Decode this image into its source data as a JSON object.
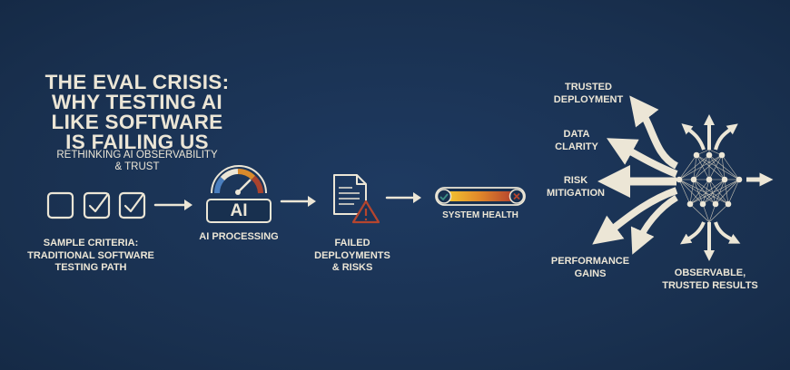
{
  "title": {
    "lines": [
      "THE EVAL CRISIS:",
      "WHY TESTING AI",
      "LIKE SOFTWARE",
      "IS FAILING US"
    ],
    "subtitle": [
      "RETHINKING AI OBSERVABILITY",
      "& TRUST"
    ]
  },
  "steps": {
    "criteria": {
      "lines": [
        "SAMPLE CRITERIA:",
        "TRADITIONAL SOFTWARE",
        "TESTING PATH"
      ],
      "icon": "checkbox-icon"
    },
    "processing": {
      "badge": "AI",
      "label": "AI PROCESSING",
      "icon": "gauge-icon"
    },
    "failed": {
      "lines": [
        "FAILED",
        "DEPLOYMENTS",
        "& RISKS"
      ],
      "icon": "document-warning-icon"
    },
    "health": {
      "label": "SYSTEM HEALTH",
      "icon": "health-bar-icon"
    }
  },
  "outcomes": {
    "trusted_deployment": [
      "TRUSTED",
      "DEPLOYMENT"
    ],
    "data_clarity": [
      "DATA",
      "CLARITY"
    ],
    "risk_mitigation": [
      "RISK",
      "MITIGATION"
    ],
    "performance_gains": [
      "PERFORMANCE",
      "GAINS"
    ],
    "observable_results": [
      "OBSERVABLE,",
      "TRUSTED RESULTS"
    ]
  },
  "colors": {
    "background": "#1a3357",
    "ink": "#ece6d6",
    "warning": "#b5452e",
    "good": "#3f8f86"
  }
}
